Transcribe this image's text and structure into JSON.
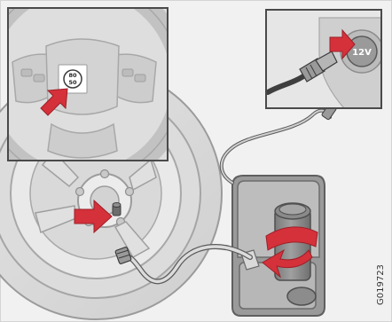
{
  "figure": {
    "speed_label": {
      "top": "80",
      "bottom": "50"
    },
    "socket_label": "12V",
    "figure_code": "G019723"
  },
  "colors": {
    "panel_background": "#f1f1f1",
    "line_gray": "#8c8c8c",
    "fill_gray": "#dedede",
    "compressor_dark": "#8a8a8a",
    "compressor_light": "#cfcfcf",
    "cable_dark": "#3f3f3f",
    "accent_red": "#d5313b"
  },
  "icons": [
    "steering-wheel-icon",
    "speed-label-icon",
    "wheel-rim-icon",
    "tyre-valve-icon",
    "power-outlet-icon",
    "plug-icon",
    "compressor-icon",
    "rotate-arrow-icon",
    "pointer-arrow-icon"
  ]
}
